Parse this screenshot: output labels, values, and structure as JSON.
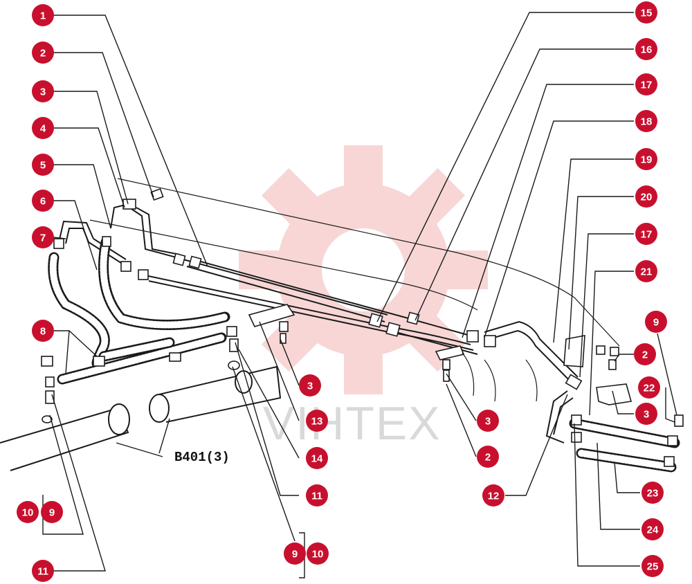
{
  "watermark": {
    "text": "VIHTEX",
    "color": "#f4b6b6"
  },
  "reference_label": "B401(3)",
  "callout_color": "#c8102e",
  "callouts": [
    {
      "id": "c1",
      "label": "1"
    },
    {
      "id": "c2",
      "label": "2"
    },
    {
      "id": "c3",
      "label": "3"
    },
    {
      "id": "c4",
      "label": "4"
    },
    {
      "id": "c5",
      "label": "5"
    },
    {
      "id": "c6",
      "label": "6"
    },
    {
      "id": "c7",
      "label": "7"
    },
    {
      "id": "c8",
      "label": "8"
    },
    {
      "id": "c10a",
      "label": "10"
    },
    {
      "id": "c9a",
      "label": "9"
    },
    {
      "id": "c11a",
      "label": "11"
    },
    {
      "id": "c3b",
      "label": "3"
    },
    {
      "id": "c13",
      "label": "13"
    },
    {
      "id": "c14",
      "label": "14"
    },
    {
      "id": "c11b",
      "label": "11"
    },
    {
      "id": "c9b",
      "label": "9"
    },
    {
      "id": "c10b",
      "label": "10"
    },
    {
      "id": "c15",
      "label": "15"
    },
    {
      "id": "c16",
      "label": "16"
    },
    {
      "id": "c17a",
      "label": "17"
    },
    {
      "id": "c18",
      "label": "18"
    },
    {
      "id": "c19",
      "label": "19"
    },
    {
      "id": "c20",
      "label": "20"
    },
    {
      "id": "c17b",
      "label": "17"
    },
    {
      "id": "c21",
      "label": "21"
    },
    {
      "id": "c9c",
      "label": "9"
    },
    {
      "id": "c2b",
      "label": "2"
    },
    {
      "id": "c22",
      "label": "22"
    },
    {
      "id": "c3c",
      "label": "3"
    },
    {
      "id": "c3d",
      "label": "3"
    },
    {
      "id": "c2c",
      "label": "2"
    },
    {
      "id": "c12",
      "label": "12"
    },
    {
      "id": "c23",
      "label": "23"
    },
    {
      "id": "c24",
      "label": "24"
    },
    {
      "id": "c25",
      "label": "25"
    }
  ]
}
